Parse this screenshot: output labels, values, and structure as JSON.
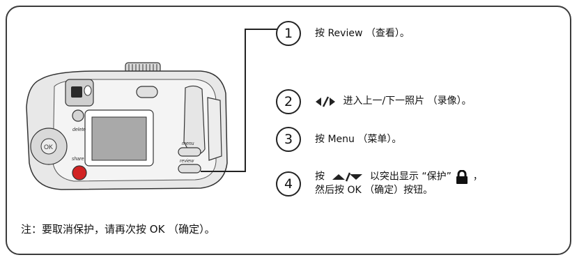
{
  "steps": [
    {
      "number": "1",
      "text": "按 Review （查看）。"
    },
    {
      "number": "2",
      "text": "进入上一/下一照片 （录像）。"
    },
    {
      "number": "3",
      "text": "按 Menu （菜单）。"
    },
    {
      "number": "4",
      "line1_prefix": "按",
      "line1_suffix": "以突出显示 “保护”",
      "line1_end": "，",
      "line2": "然后按 OK （确定）按钮。"
    }
  ],
  "camera": {
    "button_delete": "delete",
    "button_share": "share",
    "button_ok": "OK",
    "button_menu": "menu",
    "button_review": "review"
  },
  "note": "注：要取消保护，请再次按 OK （确定）。",
  "icons": [
    "left-right-arrows-icon",
    "up-down-arrows-icon",
    "lock-icon"
  ]
}
